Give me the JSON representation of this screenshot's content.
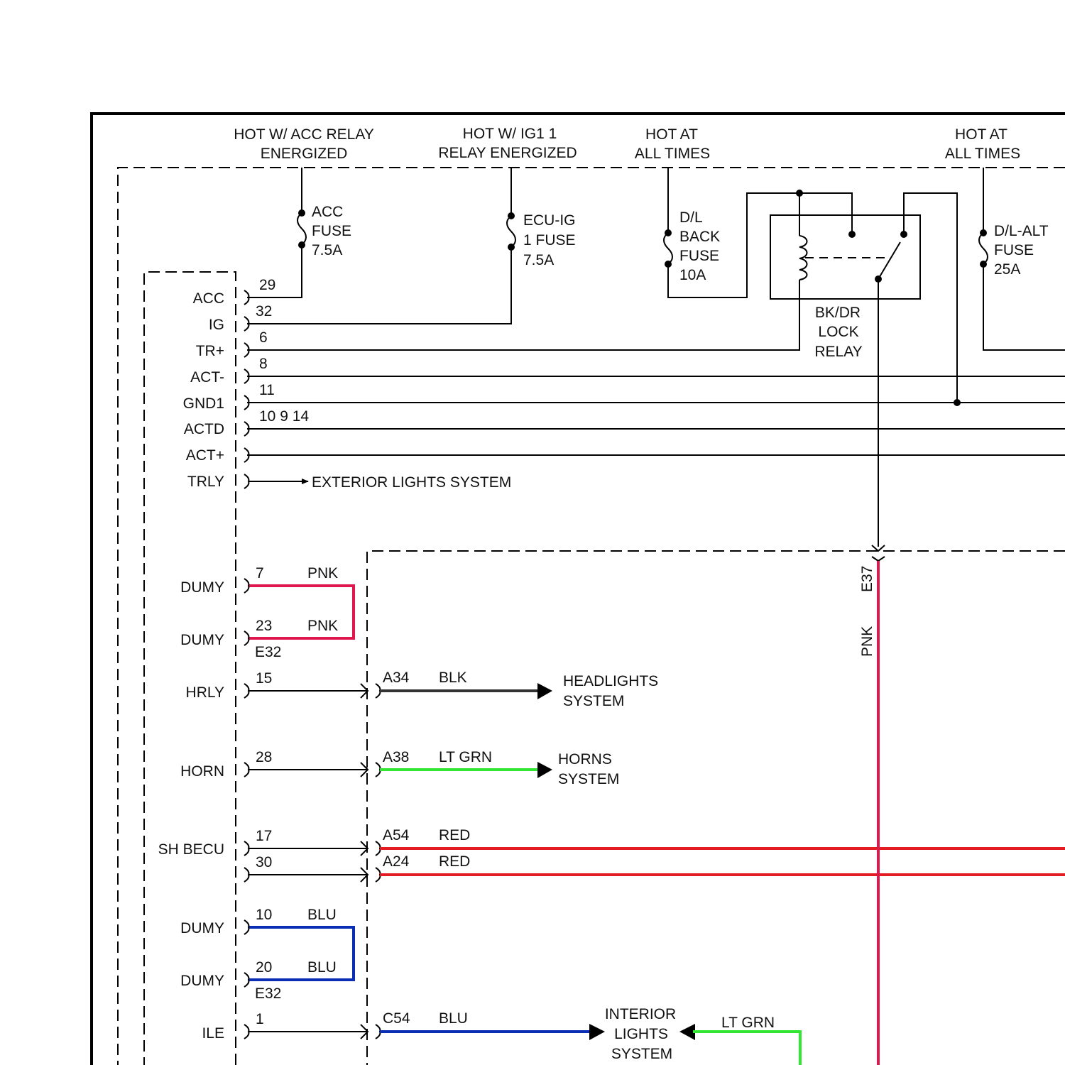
{
  "colors": {
    "pink": "#e0174f",
    "blue": "#0b2fb4",
    "red": "#e31b23",
    "green": "#33e633",
    "black": "#333333"
  },
  "sources": {
    "acc_relay": [
      "HOT W/ ACC RELAY",
      "ENERGIZED"
    ],
    "ig1_relay": [
      "HOT W/ IG1 1",
      "RELAY ENERGIZED"
    ],
    "hot_1": [
      "HOT AT",
      "ALL TIMES"
    ],
    "hot_2": [
      "HOT AT",
      "ALL TIMES"
    ]
  },
  "fuses": {
    "acc": [
      "ACC",
      "FUSE",
      "7.5A"
    ],
    "ecu": [
      "ECU-IG",
      "1 FUSE",
      "7.5A"
    ],
    "dl_back": [
      "D/L",
      "BACK",
      "FUSE",
      "10A"
    ],
    "dl_alt": [
      "D/L-ALT",
      "FUSE",
      "25A"
    ]
  },
  "relay": [
    "BK/DR",
    "LOCK",
    "RELAY"
  ],
  "upper_pins": [
    {
      "label": "ACC",
      "pin": "29"
    },
    {
      "label": "IG",
      "pin": "32"
    },
    {
      "label": "TR+",
      "pin": "6"
    },
    {
      "label": "ACT-",
      "pin": "8"
    },
    {
      "label": "GND1",
      "pin": "11"
    },
    {
      "label": "ACTD",
      "pin": "10 9 14"
    },
    {
      "label": "ACT+",
      "pin": ""
    },
    {
      "label": "TRLY",
      "pin": ""
    }
  ],
  "exterior_lights": "EXTERIOR LIGHTS SYSTEM",
  "dumy_groups": [
    {
      "top_label": "DUMY",
      "top_pin": "7",
      "bottom_label": "DUMY",
      "bottom_pin": "23",
      "wire": "PNK",
      "connector": "E32"
    },
    {
      "top_label": "DUMY",
      "top_pin": "10",
      "bottom_label": "DUMY",
      "bottom_pin": "20",
      "wire": "BLU",
      "connector": "E32"
    }
  ],
  "lower_pins": [
    {
      "label": "HRLY",
      "pin": "15",
      "connector": "A34",
      "wire": "BLK",
      "dest": [
        "HEADLIGHTS",
        "SYSTEM"
      ]
    },
    {
      "label": "HORN",
      "pin": "28",
      "connector": "A38",
      "wire": "LT GRN",
      "dest": [
        "HORNS",
        "SYSTEM"
      ]
    },
    {
      "label": "SH BECU",
      "pin": "17",
      "connector": "A54",
      "wire": "RED"
    },
    {
      "label": "",
      "pin": "30",
      "connector": "A24",
      "wire": "RED"
    },
    {
      "label": "ILE",
      "pin": "1",
      "connector": "C54",
      "wire": "BLU",
      "dest": [
        "INTERIOR",
        "LIGHTS",
        "SYSTEM"
      ]
    }
  ],
  "vertical": {
    "connector": "E37",
    "wire": "PNK"
  },
  "interior_feed_wire": "LT GRN"
}
